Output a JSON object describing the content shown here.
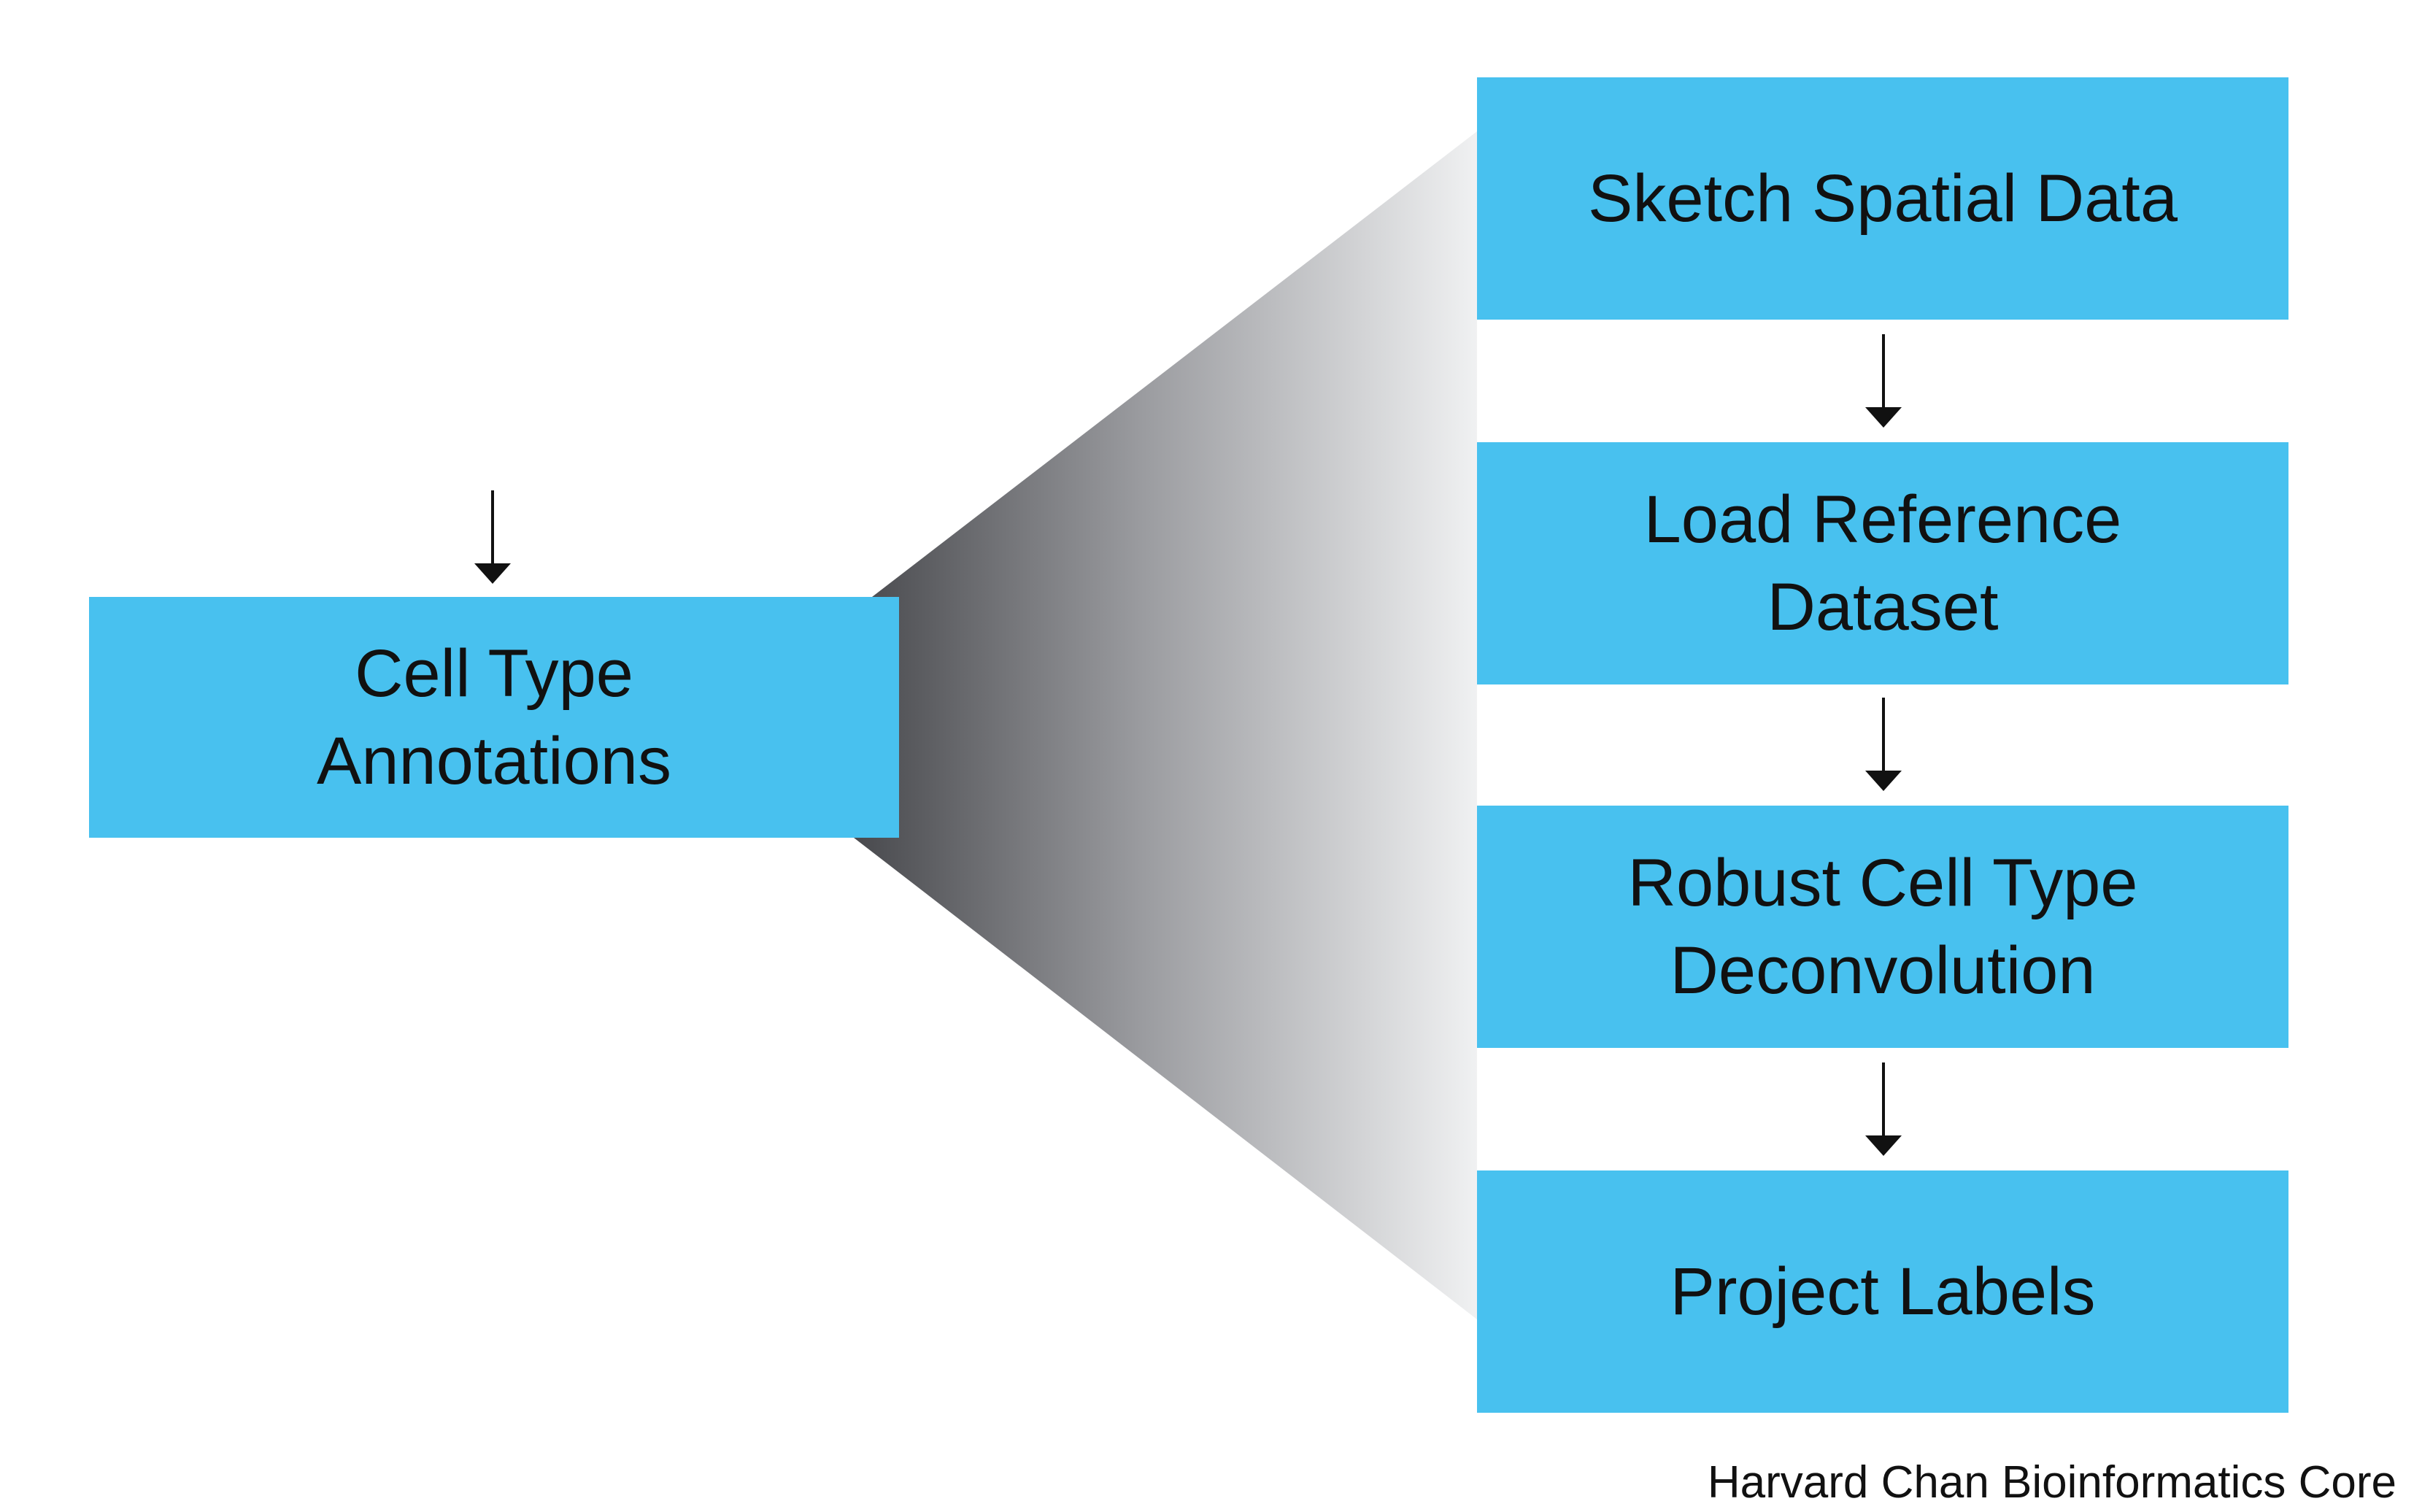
{
  "diagram": {
    "main_box": {
      "label_line1": "Cell Type",
      "label_line2": "Annotations"
    },
    "steps": [
      {
        "label_line1": "Sketch Spatial Data",
        "label_line2": ""
      },
      {
        "label_line1": "Load Reference",
        "label_line2": "Dataset"
      },
      {
        "label_line1": "Robust Cell Type",
        "label_line2": "Deconvolution"
      },
      {
        "label_line1": "Project Labels",
        "label_line2": ""
      }
    ],
    "colors": {
      "box_fill": "#48c1ef",
      "funnel_dark": "#4a4b4f",
      "funnel_light": "#f1f2f3",
      "arrow": "#111111"
    }
  },
  "credit": "Harvard Chan Bioinformatics Core"
}
